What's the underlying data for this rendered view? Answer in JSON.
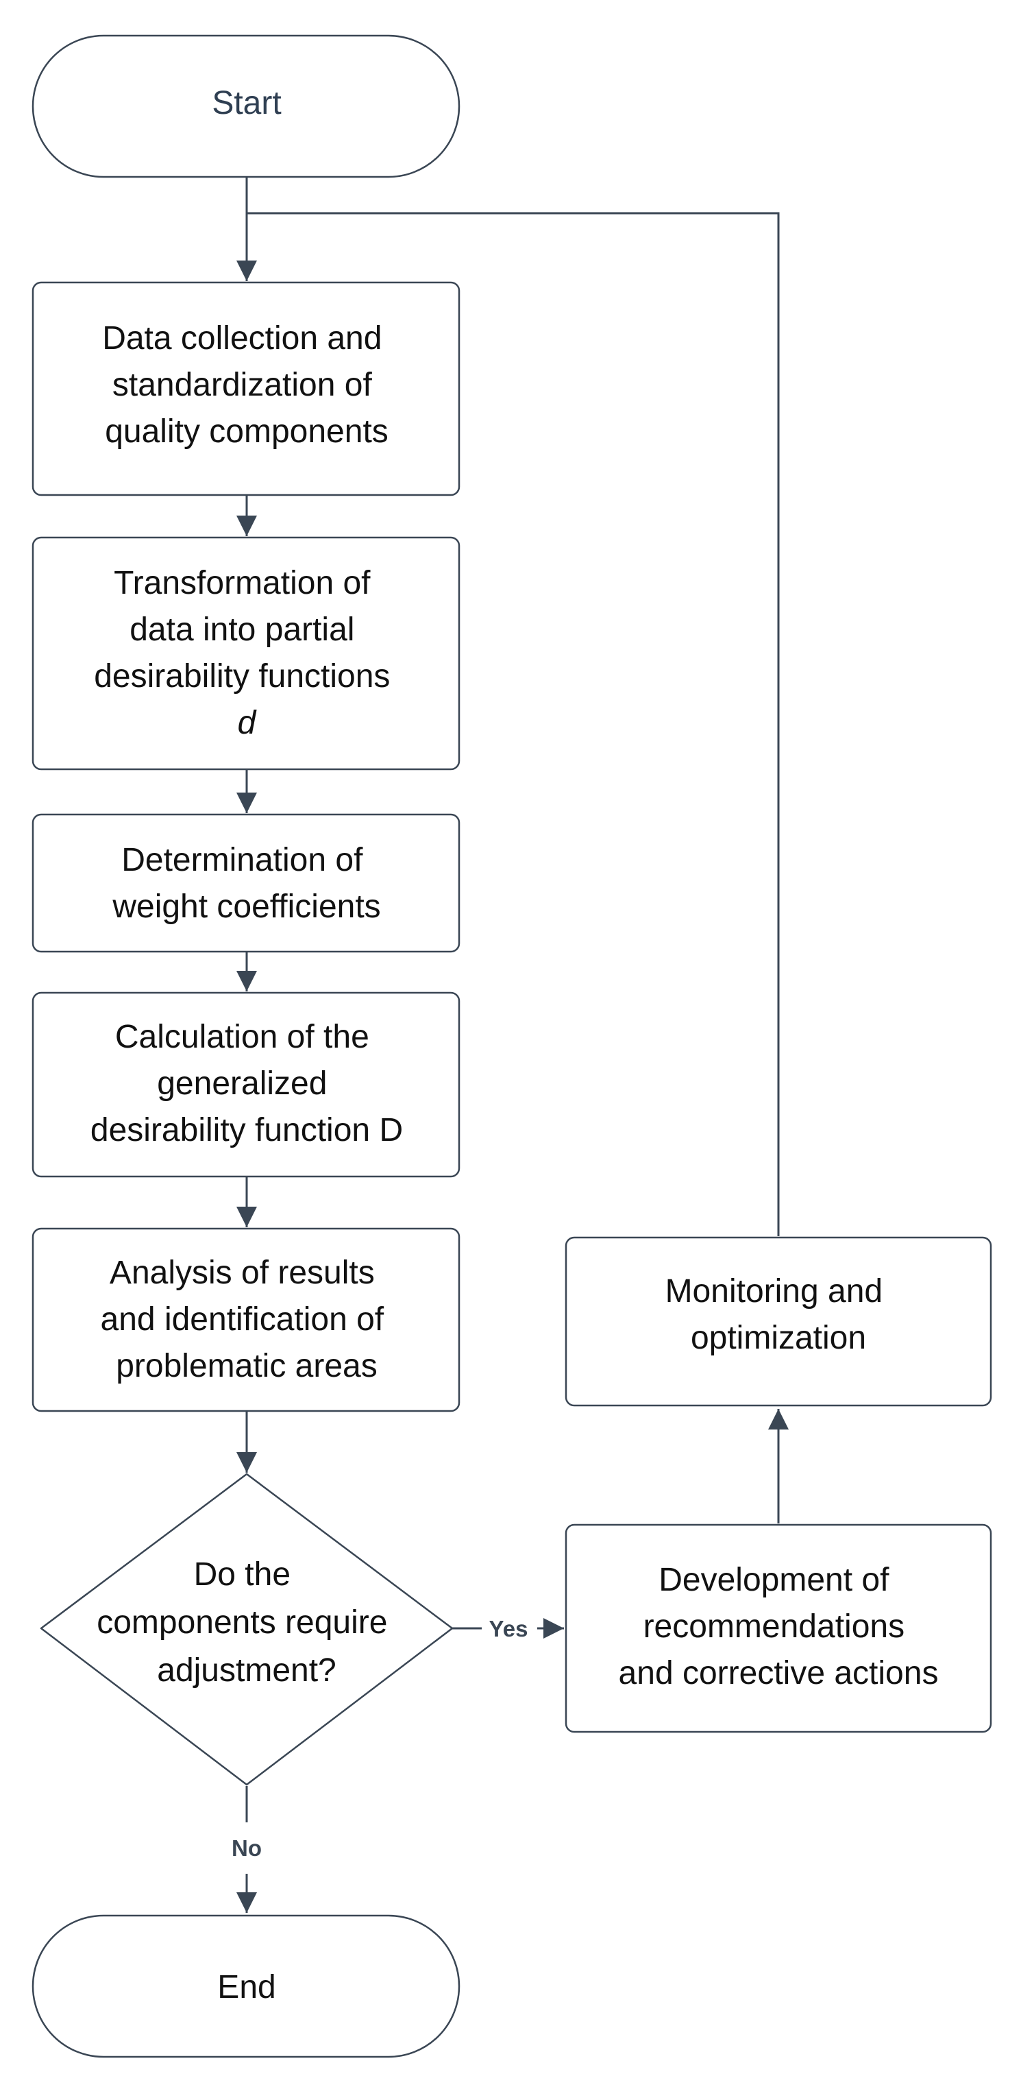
{
  "nodes": {
    "start": {
      "label": "Start"
    },
    "data_collection": {
      "lines": [
        "Data collection and",
        "standardization of",
        "quality components"
      ]
    },
    "transformation": {
      "lines": [
        "Transformation of",
        "data into partial",
        "desirability functions",
        "d"
      ]
    },
    "weights": {
      "lines": [
        "Determination of",
        "weight coefficients"
      ]
    },
    "calculation": {
      "lines": [
        "Calculation of the",
        "generalized",
        "desirability function D"
      ]
    },
    "analysis": {
      "lines": [
        "Analysis of results",
        "and identification of",
        "problematic areas"
      ]
    },
    "decision": {
      "lines": [
        "Do the",
        "components require",
        "adjustment?"
      ]
    },
    "recommendations": {
      "lines": [
        "Development of",
        "recommendations",
        "and corrective actions"
      ]
    },
    "monitoring": {
      "lines": [
        "Monitoring and",
        "optimization"
      ]
    },
    "end": {
      "label": "End"
    }
  },
  "edges": {
    "yes_label": "Yes",
    "no_label": "No"
  },
  "colors": {
    "stroke": "#3a4654",
    "text": "#111111",
    "start_text": "#2f3f52",
    "background": "#ffffff"
  }
}
